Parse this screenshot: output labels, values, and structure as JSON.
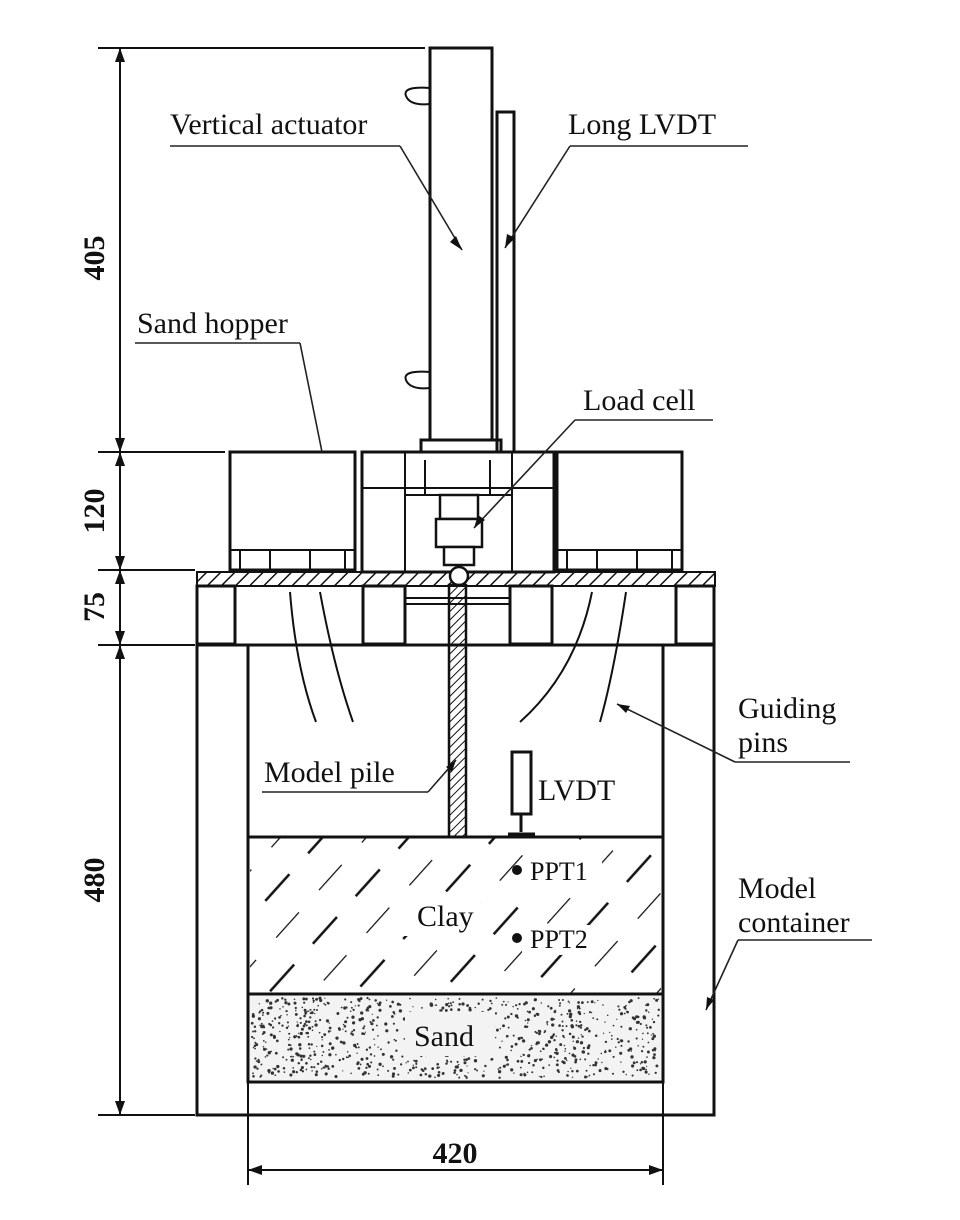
{
  "labels": {
    "vertical_actuator": "Vertical actuator",
    "long_lvdt": "Long LVDT",
    "sand_hopper": "Sand hopper",
    "load_cell": "Load cell",
    "guiding_pins_line1": "Guiding",
    "guiding_pins_line2": "pins",
    "model_pile": "Model pile",
    "lvdt": "LVDT",
    "ppt1": "PPT1",
    "ppt2": "PPT2",
    "clay": "Clay",
    "sand": "Sand",
    "model_container_line1": "Model",
    "model_container_line2": "container"
  },
  "dimensions": {
    "d405": "405",
    "d120": "120",
    "d75": "75",
    "d480": "480",
    "d420": "420"
  }
}
